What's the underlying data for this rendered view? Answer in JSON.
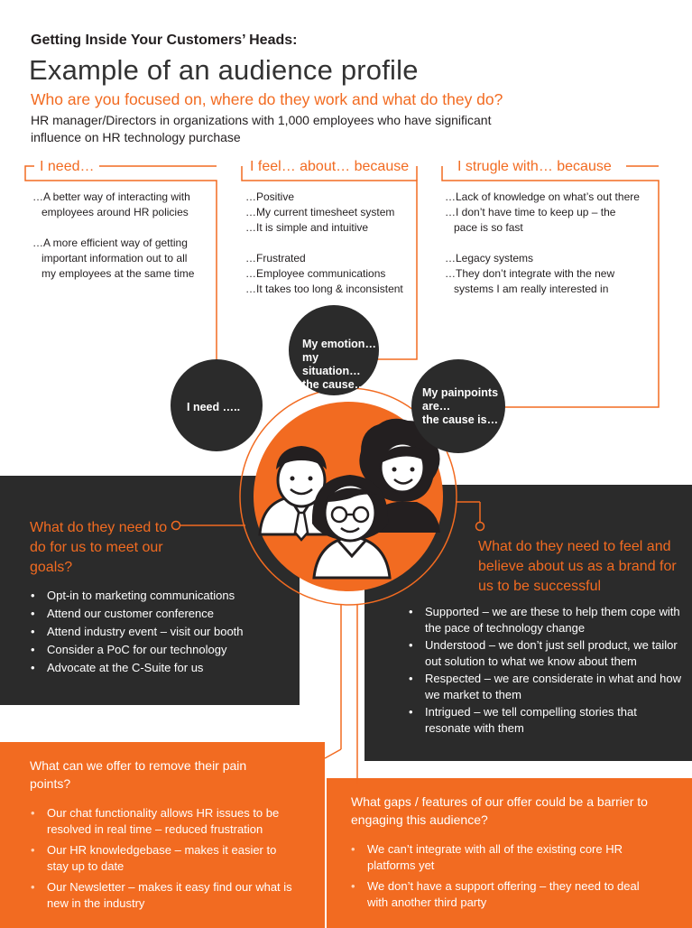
{
  "header": {
    "kicker": "Getting Inside Your Customers’ Heads:",
    "title": "Example of an audience profile",
    "question": "Who are you focused on, where do they work and what do they do?",
    "description": "HR manager/Directors  in organizations with 1,000 employees who have significant influence on HR technology purchase"
  },
  "columns": [
    {
      "heading": "I need…",
      "lines": [
        "…A better way of interacting with",
        "employees around HR policies",
        "",
        "…A more efficient way of getting",
        "important information out to all",
        "my employees at the same time"
      ]
    },
    {
      "heading": "I feel… about… because",
      "lines": [
        "…Positive",
        "…My current timesheet system",
        "…It is simple and intuitive",
        "",
        "…Frustrated",
        "…Employee communications",
        "…It takes too long & inconsistent"
      ]
    },
    {
      "heading": "I strugle with… because",
      "lines": [
        "…Lack of knowledge on what’s out there",
        "…I don’t have time to keep up – the",
        "pace is so fast",
        "",
        "…Legacy systems",
        "…They don’t integrate with the new",
        "systems I am really interested in"
      ]
    }
  ],
  "circles": {
    "need": "I need …..",
    "emotion": [
      "My emotion…",
      "my situation…",
      "the cause…"
    ],
    "painpoints": [
      "My painpoints",
      "are…",
      "the cause is…"
    ]
  },
  "panels": {
    "goals": {
      "question": "What do they need to do for us to meet our goals?",
      "items": [
        "Opt-in to marketing communications",
        "Attend our customer conference",
        "Attend industry event – visit our booth",
        "Consider a PoC for our technology",
        "Advocate at the C-Suite for us"
      ]
    },
    "feel": {
      "question": "What do they need to feel and believe about us as a brand for us to be successful",
      "items": [
        "Supported – we are these to help them cope with the pace of technology change",
        "Understood – we don’t just sell product, we tailor out solution to what we know about them",
        "Respected – we are considerate in what and how we market to them",
        "Intrigued – we tell compelling stories that resonate with them"
      ]
    },
    "offer": {
      "question": "What can we offer to remove their pain points?",
      "items": [
        "Our chat functionality allows HR issues to be resolved in real time – reduced frustration",
        "Our HR knowledgebase – makes it easier to stay up to date",
        "Our Newsletter – makes it easy find our what is new in the industry"
      ]
    },
    "gaps": {
      "question": "What gaps / features of our offer could be a barrier to engaging this audience?",
      "items": [
        "We can’t integrate with all of the existing core HR platforms yet",
        "We don’t have a support offering – they need to deal with another third party"
      ]
    }
  },
  "colors": {
    "accent": "#f26b21",
    "dark": "#2b2b2b",
    "text": "#231f20"
  }
}
